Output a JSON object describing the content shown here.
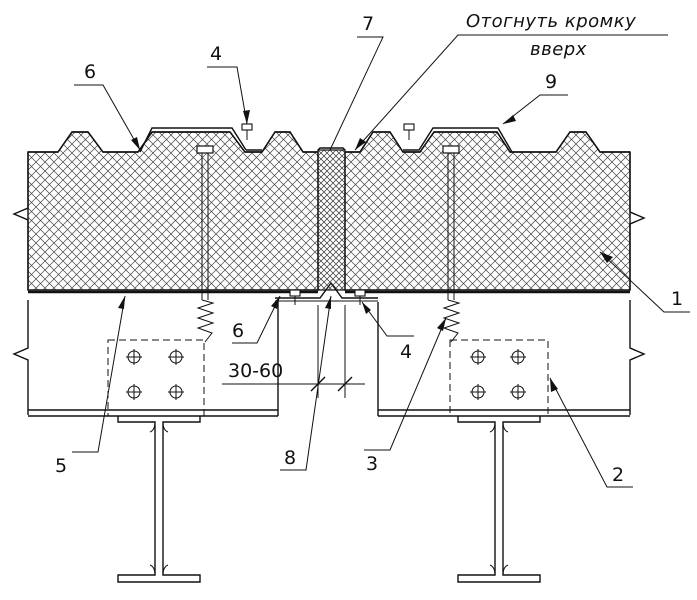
{
  "diagram": {
    "labels": {
      "n1": "1",
      "n2": "2",
      "n3": "3",
      "n4_top": "4",
      "n4_bottom": "4",
      "n5": "5",
      "n6_top": "6",
      "n6_bottom": "6",
      "n7": "7",
      "n8": "8",
      "n9": "9",
      "gap": "30-60",
      "note_line1": "Отогнуть кромку",
      "note_line2": "вверх"
    }
  }
}
